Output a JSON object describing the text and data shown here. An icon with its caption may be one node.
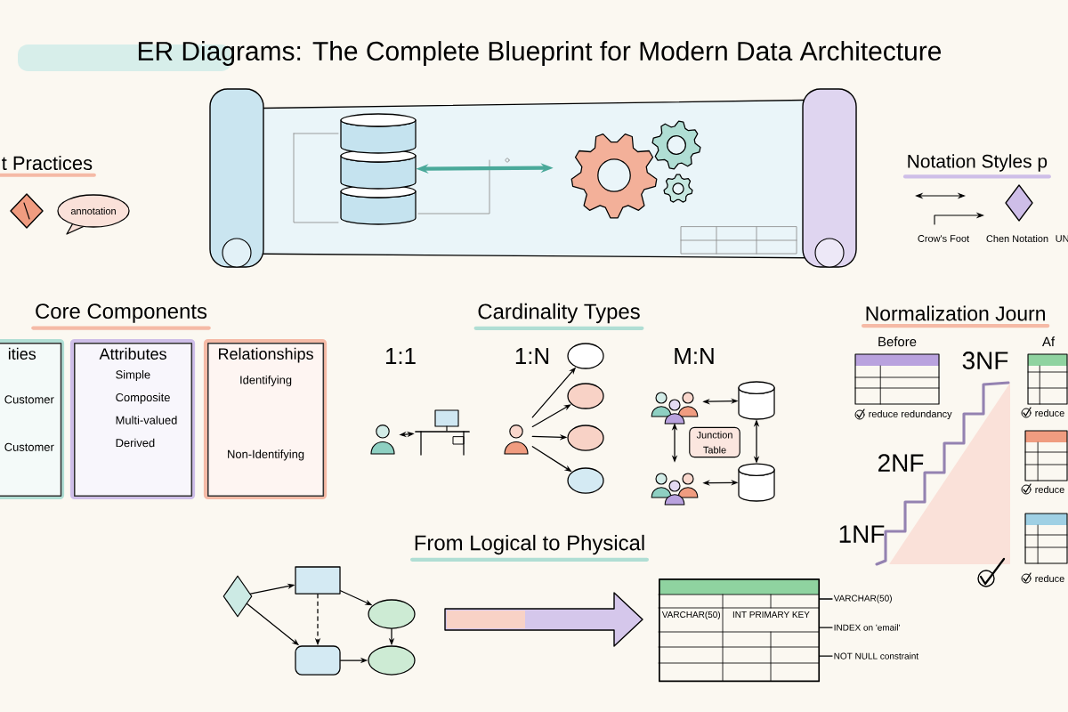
{
  "diagram": {
    "title": "ER Diagrams: The Complete Blueprint for Modern Data Architecture",
    "nodes": [
      {
        "text": [],
        "shape": "cylinder"
      },
      {
        "text": [],
        "shape": "picture"
      },
      {
        "text": [
          "annotation"
        ]
      },
      {
        "text": [
          "ities",
          "Customer",
          "Customer"
        ]
      },
      {
        "text": [
          "Attributes",
          "Simple",
          "Composite",
          "Multi-valued",
          "Derived"
        ]
      },
      {
        "text": [
          "Relationships",
          "Identifying",
          "Non-Identifying"
        ]
      },
      {
        "text": [],
        "shape": "person"
      },
      {
        "text": [],
        "shape": "picture"
      },
      {
        "text": [],
        "shape": "person"
      },
      {
        "text": [],
        "shape": "ellipse"
      },
      {
        "text": [],
        "shape": "ellipse"
      },
      {
        "text": [],
        "shape": "ellipse"
      },
      {
        "text": [],
        "shape": "ellipse"
      },
      {
        "text": [],
        "shape": "person"
      },
      {
        "text": [],
        "shape": "cylinder"
      },
      {
        "text": [
          "Junction Table"
        ]
      },
      {
        "text": [],
        "shape": "person"
      },
      {
        "text": [],
        "shape": "cylinder"
      },
      {
        "text": [
          "Before"
        ],
        "beside": [
          "reduce redundancy"
        ]
      },
      {
        "text": [
          "Af"
        ],
        "beside": [
          "reduce"
        ]
      },
      {
        "text": [],
        "shape": "box",
        "beside": [
          "reduce"
        ]
      },
      {
        "text": [],
        "shape": "box",
        "beside": [
          "reduce"
        ]
      },
      {
        "text": [],
        "shape": "diamond"
      },
      {
        "text": [],
        "shape": "box"
      },
      {
        "text": [],
        "shape": "ellipse"
      },
      {
        "text": [],
        "shape": "box"
      },
      {
        "text": [],
        "shape": "ellipse"
      },
      {
        "text": [
          "VARCHAR(50)",
          "INT PRIMARY KEY"
        ]
      },
      {
        "text": [
          "VARCHAR(50)"
        ]
      },
      {
        "text": [
          "INDEX on 'email'"
        ]
      },
      {
        "text": [
          "NOT NULL constraint"
        ]
      }
    ],
    "edges": [
      {
        "from": 0,
        "to": 1,
        "arrow": "both",
        "style": "thick",
        "color": "#4aa99a"
      },
      {
        "from": 6,
        "to": 7,
        "arrow": "both"
      },
      {
        "from": 8,
        "to": 9,
        "arrow": "to"
      },
      {
        "from": 8,
        "to": 10,
        "arrow": "to"
      },
      {
        "from": 8,
        "to": 11,
        "arrow": "to"
      },
      {
        "from": 8,
        "to": 12,
        "arrow": "to"
      },
      {
        "from": 13,
        "to": 14,
        "arrow": "both"
      },
      {
        "from": 13,
        "to": 16,
        "arrow": "both"
      },
      {
        "from": 14,
        "to": 17,
        "arrow": "both"
      },
      {
        "from": 16,
        "to": 17,
        "arrow": "both"
      },
      {
        "from": 22,
        "to": 23,
        "arrow": "to"
      },
      {
        "from": 22,
        "to": 25,
        "arrow": "to"
      },
      {
        "from": 23,
        "to": 24,
        "arrow": "to"
      },
      {
        "from": 23,
        "to": 25,
        "arrow": "to",
        "style": "dashed"
      },
      {
        "from": 24,
        "to": 26,
        "arrow": "to"
      },
      {
        "from": 25,
        "to": 26,
        "arrow": "to"
      },
      {
        "from": 28,
        "to": 27,
        "arrow": "none"
      },
      {
        "from": 29,
        "to": 27,
        "arrow": "none"
      },
      {
        "from": 30,
        "to": 27,
        "arrow": "none"
      }
    ],
    "labels": [
      "t Practices",
      "Notation Styles p",
      "Crow's Foot",
      "Chen Notation",
      "UN",
      "Core Components",
      "Cardinality Types",
      "Normalization Journ",
      "1:1",
      "1:N",
      "M:N",
      "3NF",
      "2NF",
      "1NF",
      "From Logical to Physical"
    ]
  }
}
